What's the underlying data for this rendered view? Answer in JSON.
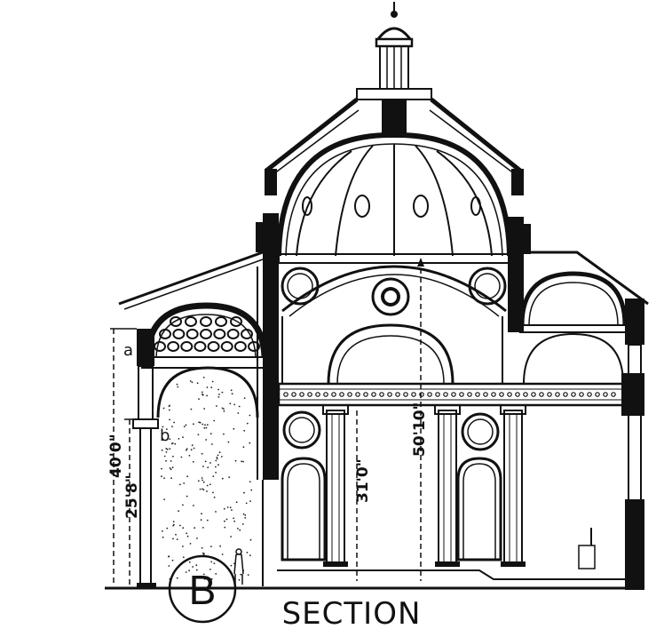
{
  "drawing": {
    "section_letter": "B",
    "caption": "SECTION",
    "point_labels": {
      "a": "a",
      "b": "b"
    },
    "dimensions": {
      "porch_total": "40'0\"",
      "porch_column": "25'8\"",
      "nave_column": "31'0\"",
      "dome_height": "50'10\""
    }
  }
}
